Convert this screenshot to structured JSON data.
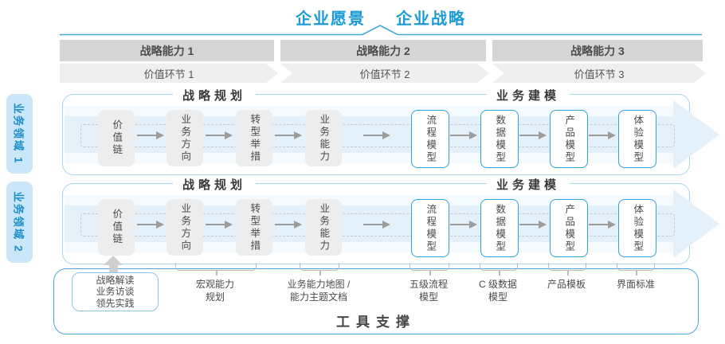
{
  "title": {
    "vision": "企业愿景",
    "strategy": "企业战略"
  },
  "capability_band": [
    "战略能力 1",
    "战略能力 2",
    "战略能力 3"
  ],
  "value_band": [
    "价值环节 1",
    "价值环节 2",
    "价值环节 3"
  ],
  "domains": [
    "业务领域 1",
    "业务领域 2"
  ],
  "panels": [
    {
      "headers": {
        "planning": "战略规划",
        "modeling": "业务建模"
      },
      "boxes": [
        {
          "label": "价值链"
        },
        {
          "label": "业务方向"
        },
        {
          "label": "转型举措"
        },
        {
          "label": "业务能力"
        },
        {
          "label": "流程模型"
        },
        {
          "label": "数据模型"
        },
        {
          "label": "产品模型"
        },
        {
          "label": "体验模型"
        }
      ]
    },
    {
      "headers": {
        "planning": "战略规划",
        "modeling": "业务建模"
      },
      "boxes": [
        {
          "label": "价值链"
        },
        {
          "label": "业务方向"
        },
        {
          "label": "转型举措"
        },
        {
          "label": "业务能力"
        },
        {
          "label": "流程模型"
        },
        {
          "label": "数据模型"
        },
        {
          "label": "产品模型"
        },
        {
          "label": "体验模型"
        }
      ]
    }
  ],
  "annotations": {
    "practice_box": [
      "战略解读",
      "业务访谈",
      "领先实践"
    ],
    "notes": [
      {
        "lines": [
          "宏观能力",
          "规划"
        ]
      },
      {
        "lines": [
          "业务能力地图 /",
          "能力主题文档"
        ]
      },
      {
        "lines": [
          "五级流程",
          "模型"
        ]
      },
      {
        "lines": [
          "C 级数据",
          "模型"
        ]
      },
      {
        "lines": [
          "产品模板",
          ""
        ]
      },
      {
        "lines": [
          "界面标准",
          ""
        ]
      }
    ]
  },
  "footer": {
    "label": "工具支撑"
  },
  "colors": {
    "accent_blue": "#1a9ad6",
    "panel_border": "#a6d7ee",
    "capability_band_gray": "#d6d6d6",
    "value_band_gray": "#efefef",
    "box_gray": "#ededed",
    "model_box_border": "#2ea3d9",
    "flow_band_blue": "#e4f1fa",
    "footer_border": "#4aa5d6",
    "domain_label_bg": "#c9e7f6",
    "domain_label_text": "#1c8dc9",
    "text_dark": "#4a4a4a"
  }
}
